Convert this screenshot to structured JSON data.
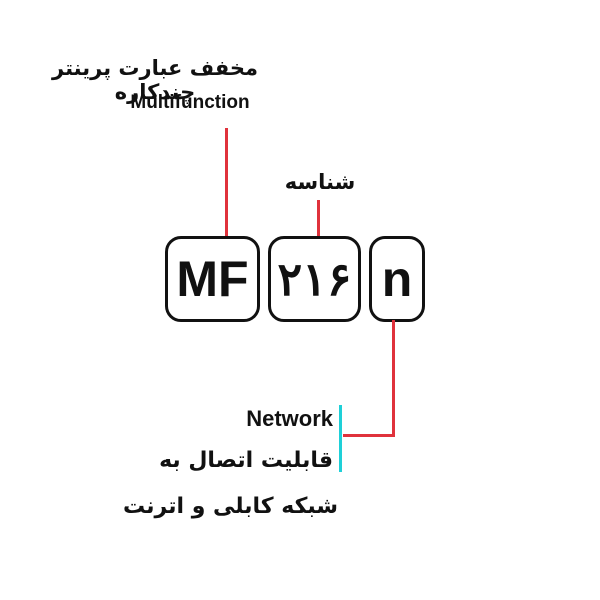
{
  "colors": {
    "line": "#e0323c",
    "accent_bar": "#1ed0d8",
    "text": "#111111"
  },
  "segments": [
    {
      "code": "MF",
      "label_fa": "مخفف عبارت پرینتر چندکاره",
      "label_en": "Multifunction"
    },
    {
      "code": "۲۱۶",
      "label_fa": "شناسه"
    },
    {
      "code": "n",
      "label_en": "Network",
      "label_fa_line1": "قابلیت اتصال به",
      "label_fa_line2": "شبکه کابلی و اترنت"
    }
  ]
}
